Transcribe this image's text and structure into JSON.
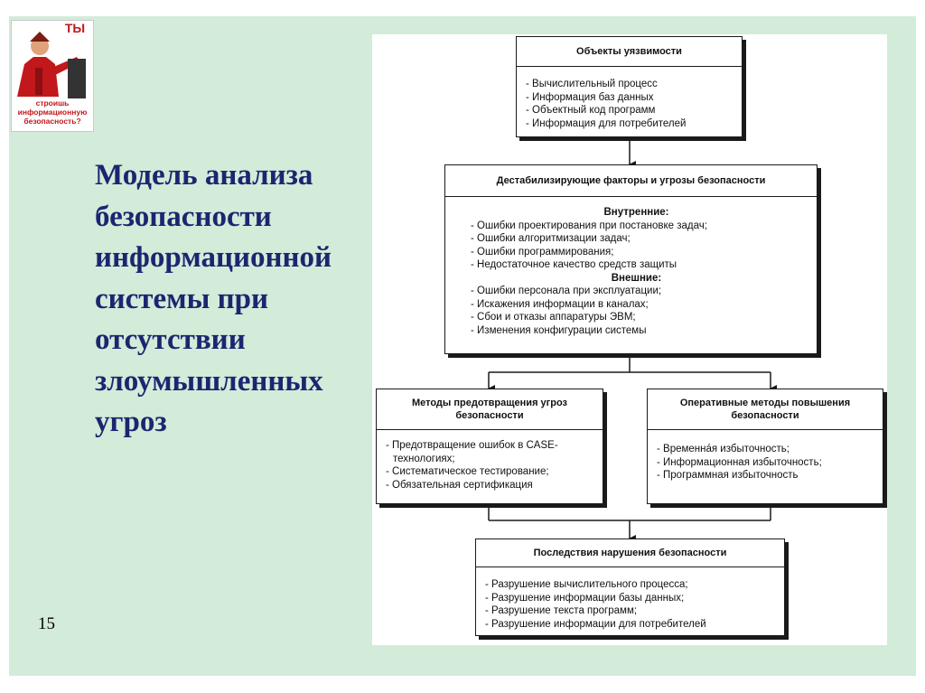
{
  "slide": {
    "title_lines": [
      "Модель анализа",
      "безопасности",
      "информационной",
      "системы при",
      "отсутствии",
      "злоумышленных",
      "угроз"
    ],
    "page_number": "15"
  },
  "poster": {
    "headline": "ТЫ",
    "caption_lines": [
      "строишь",
      "информационную",
      "безопасность?"
    ]
  },
  "colors": {
    "slide_background": "#d3ebd9",
    "title": "#1b2670",
    "poster_red": "#c2171b"
  },
  "diagram": {
    "boxes": [
      {
        "title": "Объекты уязвимости",
        "items": [
          "- Вычислительный процесс",
          "- Информация баз данных",
          "- Объектный код программ",
          "- Информация для потребителей"
        ]
      },
      {
        "title": "Дестабилизирующие факторы и угрозы безопасности",
        "groups": [
          {
            "label": "Внутренние:",
            "items": [
              "- Ошибки проектирования при постановке задач;",
              "- Ошибки алгоритмизации задач;",
              "- Ошибки программирования;",
              "- Недостаточное качество средств защиты"
            ]
          },
          {
            "label": "Внешние:",
            "items": [
              "- Ошибки персонала при эксплуатации;",
              "- Искажения информации в каналах;",
              "- Сбои и отказы аппаратуры ЭВМ;",
              "- Изменения конфигурации системы"
            ]
          }
        ]
      },
      {
        "title": "Методы предотвращения угроз безопасности",
        "items": [
          "- Предотвращение ошибок в CASE-",
          "технологиях;",
          "- Систематическое тестирование;",
          "- Обязательная сертификация"
        ]
      },
      {
        "title": "Оперативные методы повышения безопасности",
        "items": [
          "- Временнáя избыточность;",
          "- Информационная избыточность;",
          "- Программная избыточность"
        ]
      },
      {
        "title": "Последствия нарушения безопасности",
        "items": [
          "- Разрушение вычислительного процесса;",
          "- Разрушение информации базы данных;",
          "- Разрушение текста программ;",
          "- Разрушение информации для потребителей"
        ]
      }
    ]
  }
}
